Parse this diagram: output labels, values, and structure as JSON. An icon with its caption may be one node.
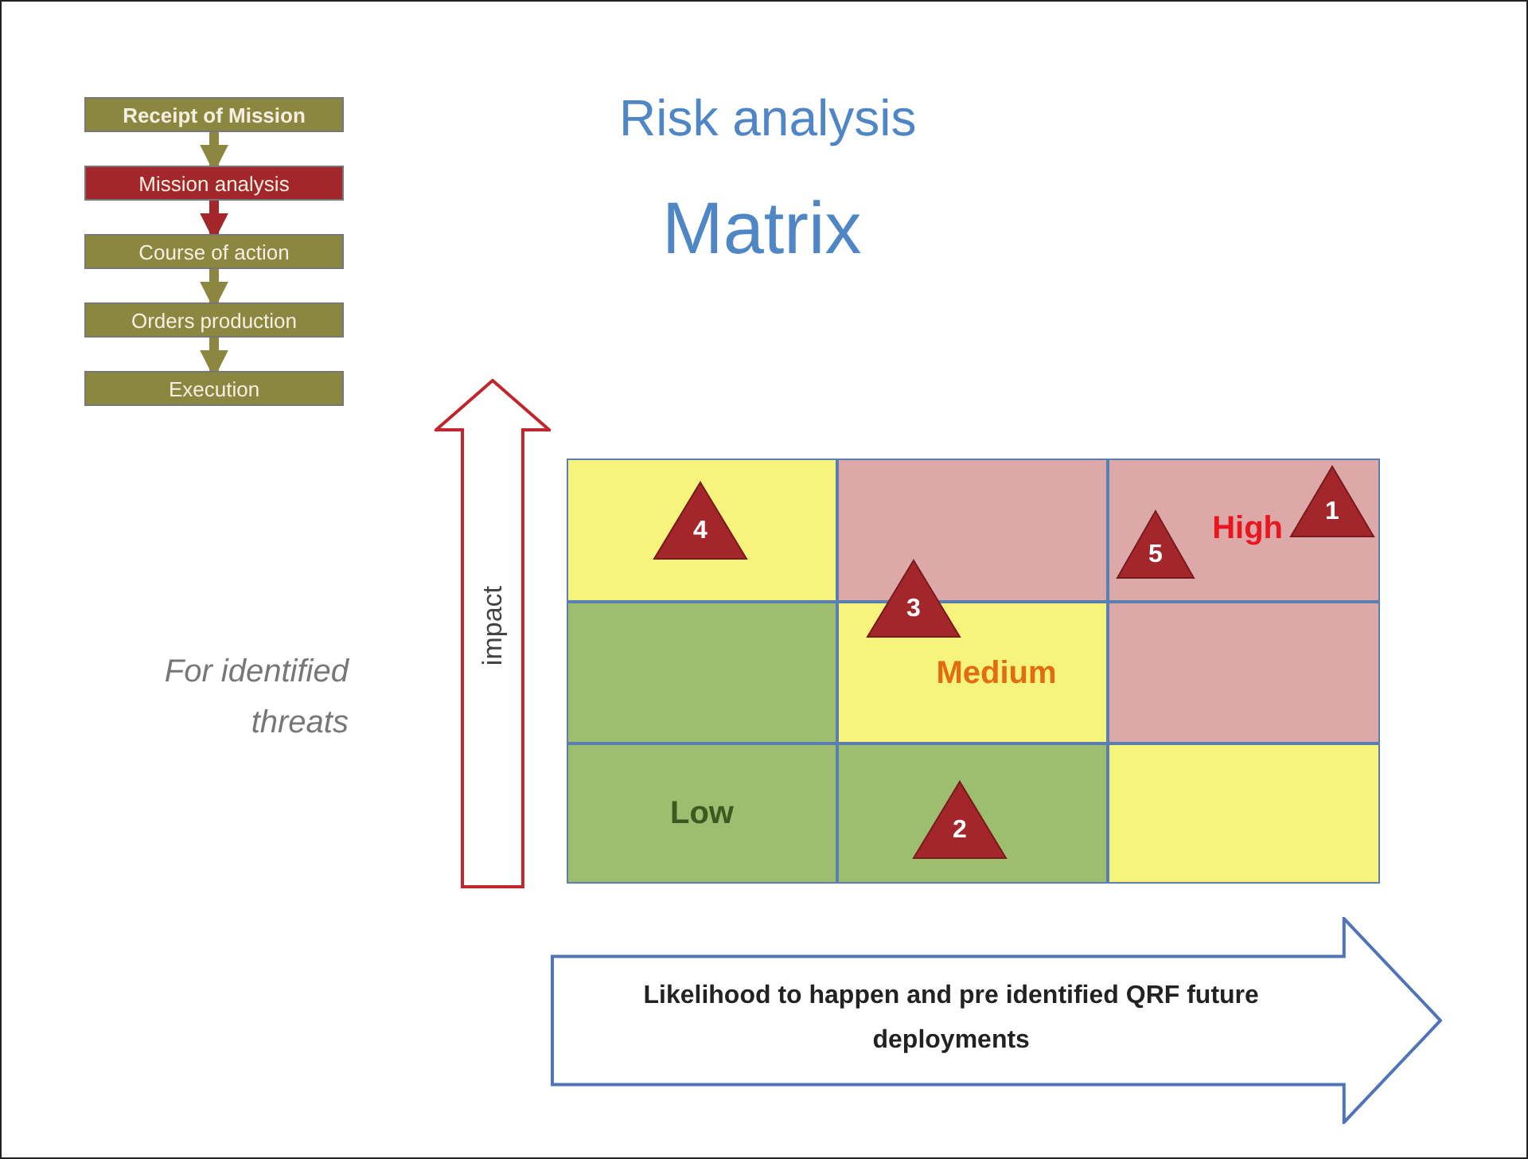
{
  "diagram": {
    "nodes": [
      {
        "text": [
          "Receipt of Mission"
        ]
      },
      {
        "text": [
          "Mission analysis"
        ]
      },
      {
        "text": [
          "Course of action"
        ]
      },
      {
        "text": [
          "Orders production"
        ]
      },
      {
        "text": [
          "Execution"
        ]
      },
      {
        "text": [
          "impact"
        ]
      },
      {
        "text": [
          "Likelihood to happen and pre identified QRF future deployments"
        ]
      },
      {
        "text": [],
        "shape": "box"
      },
      {
        "text": [],
        "shape": "box"
      },
      {
        "text": [
          "High"
        ]
      },
      {
        "text": [],
        "shape": "box"
      },
      {
        "text": [
          "Medium"
        ]
      },
      {
        "text": [],
        "shape": "box"
      },
      {
        "text": [
          "Low"
        ]
      },
      {
        "text": [],
        "shape": "box"
      },
      {
        "text": [],
        "shape": "box"
      },
      {
        "text": [
          "1"
        ],
        "in": 9
      },
      {
        "text": [
          "4"
        ],
        "in": 7
      },
      {
        "text": [
          "5"
        ],
        "in": 9
      },
      {
        "text": [
          "3"
        ]
      },
      {
        "text": [
          "2"
        ],
        "in": 14
      }
    ],
    "edges": [
      {
        "from": 0,
        "to": 1,
        "arrow": "to"
      },
      {
        "from": 1,
        "to": 2,
        "arrow": "to",
        "color": "#a3262b"
      },
      {
        "from": 2,
        "to": 3,
        "arrow": "to"
      },
      {
        "from": 3,
        "to": 4,
        "arrow": "to"
      }
    ],
    "labels": [
      "Risk analysis",
      "Matrix",
      "For identified threats"
    ]
  }
}
